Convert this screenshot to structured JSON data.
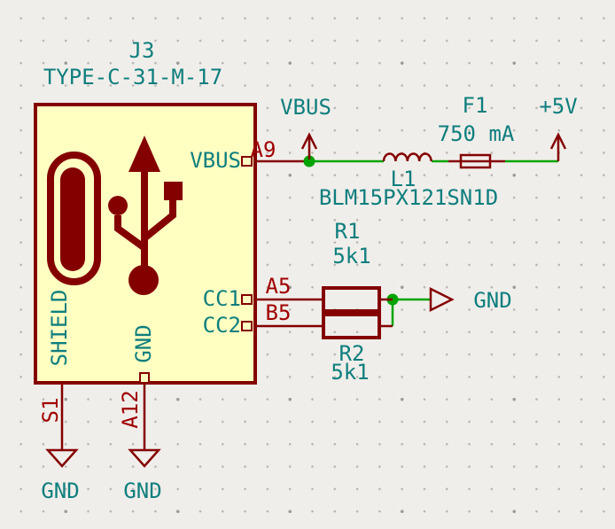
{
  "connector": {
    "reference": "J3",
    "value": "TYPE-C-31-M-17",
    "pins": {
      "vbus": {
        "name": "VBUS",
        "number": "A9"
      },
      "cc1": {
        "name": "CC1",
        "number": "A5"
      },
      "cc2": {
        "name": "CC2",
        "number": "B5"
      },
      "shield": {
        "name": "SHIELD",
        "number": "S1"
      },
      "gnd": {
        "name": "GND",
        "number": "A12"
      }
    }
  },
  "ferrite_bead": {
    "reference": "L1",
    "value": "BLM15PX121SN1D"
  },
  "fuse": {
    "reference": "F1",
    "value": "750 mA"
  },
  "resistor_r1": {
    "reference": "R1",
    "value": "5k1"
  },
  "resistor_r2": {
    "reference": "R2",
    "value": "5k1"
  },
  "power": {
    "vbus": "VBUS",
    "plus_5v": "+5V",
    "gnd_cc": "GND",
    "gnd_shield": "GND",
    "gnd_a12": "GND"
  },
  "colors": {
    "wire": "#00a400",
    "junction": "#00a400",
    "symbol_outline": "#840000",
    "pin_number": "#a00000",
    "label_text": "#0e7e7e",
    "symbol_fill": "#ffffc2",
    "canvas_background": "#f0eeea"
  }
}
